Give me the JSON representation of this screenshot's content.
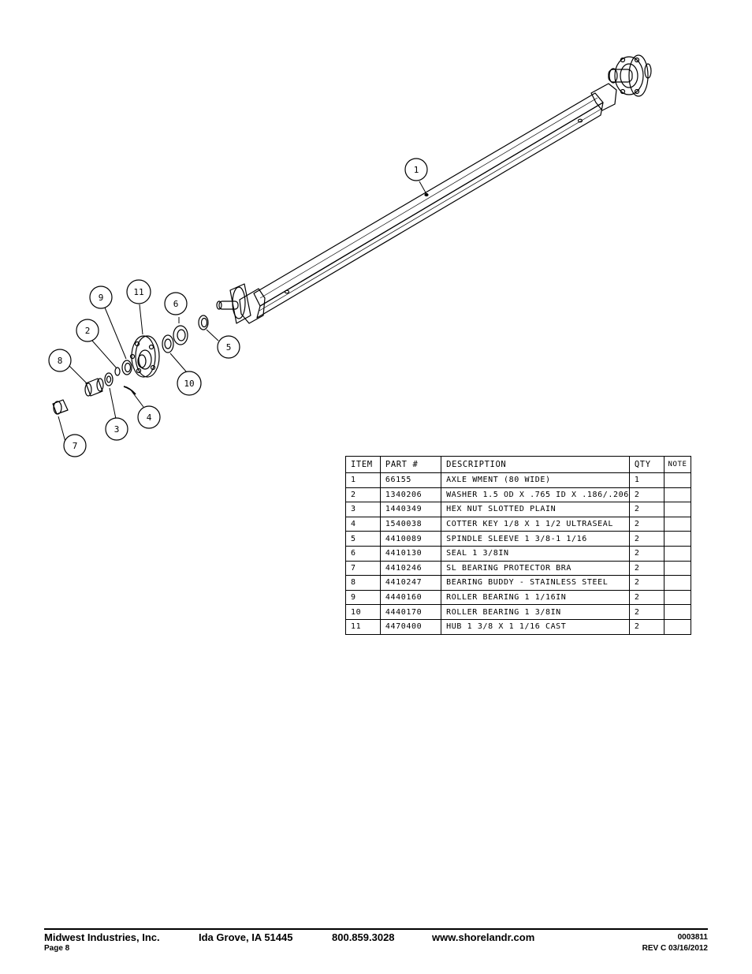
{
  "callouts": [
    {
      "id": "callout-1",
      "label": "1"
    },
    {
      "id": "callout-2",
      "label": "2"
    },
    {
      "id": "callout-3",
      "label": "3"
    },
    {
      "id": "callout-4",
      "label": "4"
    },
    {
      "id": "callout-5",
      "label": "5"
    },
    {
      "id": "callout-6",
      "label": "6"
    },
    {
      "id": "callout-7",
      "label": "7"
    },
    {
      "id": "callout-8",
      "label": "8"
    },
    {
      "id": "callout-9",
      "label": "9"
    },
    {
      "id": "callout-10",
      "label": "10"
    },
    {
      "id": "callout-11",
      "label": "11"
    }
  ],
  "parts_table": {
    "headers": {
      "item": "ITEM",
      "part": "PART #",
      "description": "DESCRIPTION",
      "qty": "QTY",
      "note": "NOTE"
    },
    "rows": [
      {
        "item": "1",
        "part": "66155",
        "description": "AXLE WMENT (80 WIDE)",
        "qty": "1",
        "note": ""
      },
      {
        "item": "2",
        "part": "1340206",
        "description": "WASHER 1.5 OD X .765 ID X .186/.206",
        "qty": "2",
        "note": ""
      },
      {
        "item": "3",
        "part": "1440349",
        "description": "HEX NUT SLOTTED PLAIN",
        "qty": "2",
        "note": ""
      },
      {
        "item": "4",
        "part": "1540038",
        "description": "COTTER KEY 1/8 X 1 1/2 ULTRASEAL",
        "qty": "2",
        "note": ""
      },
      {
        "item": "5",
        "part": "4410089",
        "description": "SPINDLE SLEEVE  1 3/8-1 1/16",
        "qty": "2",
        "note": ""
      },
      {
        "item": "6",
        "part": "4410130",
        "description": "SEAL  1 3/8IN",
        "qty": "2",
        "note": ""
      },
      {
        "item": "7",
        "part": "4410246",
        "description": "SL BEARING PROTECTOR BRA",
        "qty": "2",
        "note": ""
      },
      {
        "item": "8",
        "part": "4410247",
        "description": "BEARING BUDDY - STAINLESS STEEL",
        "qty": "2",
        "note": ""
      },
      {
        "item": "9",
        "part": "4440160",
        "description": "ROLLER BEARING   1 1/16IN",
        "qty": "2",
        "note": ""
      },
      {
        "item": "10",
        "part": "4440170",
        "description": "ROLLER BEARING   1 3/8IN",
        "qty": "2",
        "note": ""
      },
      {
        "item": "11",
        "part": "4470400",
        "description": "HUB  1 3/8 X 1 1/16 CAST",
        "qty": "2",
        "note": ""
      }
    ]
  },
  "footer": {
    "company": "Midwest Industries, Inc.",
    "location": "Ida Grove, IA  51445",
    "phone": "800.859.3028",
    "website": "www.shorelandr.com",
    "page": "Page 8",
    "doc_number": "0003811",
    "revision": "REV C  03/16/2012"
  }
}
